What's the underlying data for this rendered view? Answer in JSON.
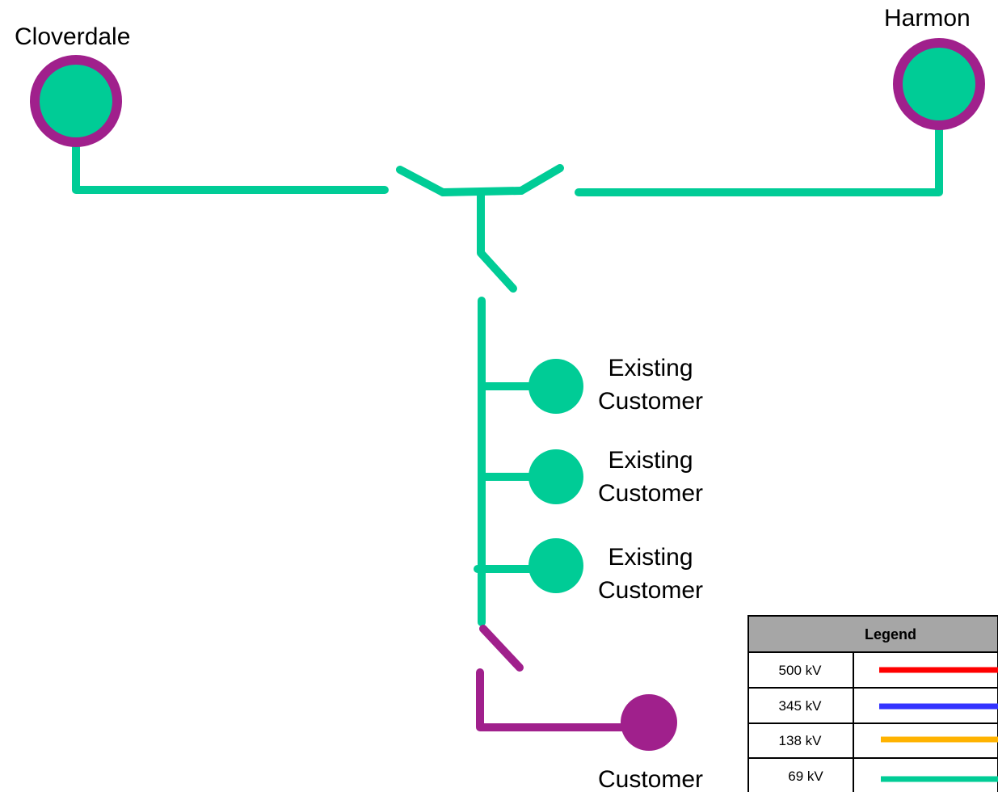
{
  "substations": {
    "cloverdale": {
      "label": "Cloverdale"
    },
    "harmon": {
      "label": "Harmon"
    }
  },
  "customers": {
    "existing": [
      {
        "line1": "Existing",
        "line2": "Customer"
      },
      {
        "line1": "Existing",
        "line2": "Customer"
      },
      {
        "line1": "Existing",
        "line2": "Customer"
      }
    ],
    "new_customer": {
      "label": "Customer"
    }
  },
  "legend": {
    "title": "Legend",
    "rows": [
      {
        "label": "500 kV",
        "color": "#ff0000"
      },
      {
        "label": "345 kV",
        "color": "#3333ff"
      },
      {
        "label": "138 kV",
        "color": "#ffb300"
      },
      {
        "label": "69 kV",
        "color": "#00cc96"
      }
    ]
  },
  "colors": {
    "line_69kv": "#00cc96",
    "customer_line": "#a0208c",
    "substation_ring": "#a0208c",
    "substation_fill": "#00cc96",
    "legend_header_fill": "#a6a6a6"
  }
}
